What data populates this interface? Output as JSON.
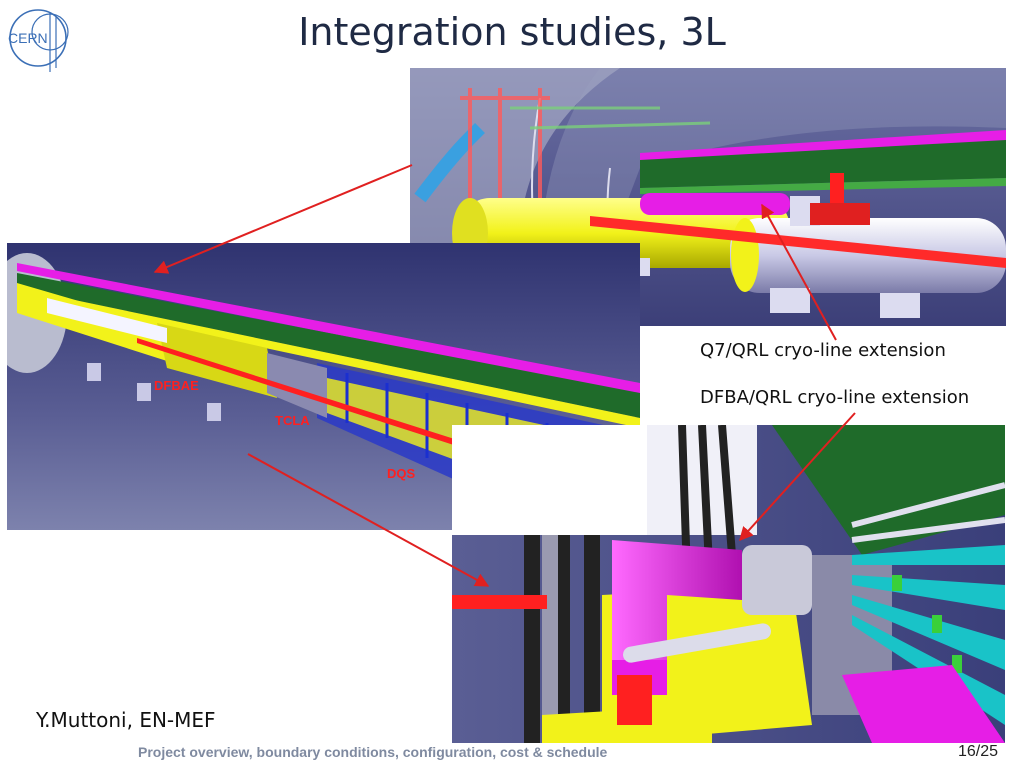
{
  "slide": {
    "title": "Integration studies, 3L",
    "logo_text": "CERN",
    "captions": {
      "q7": "Q7/QRL cryo-line extension",
      "dfba": "DFBA/QRL cryo-line extension"
    },
    "labels": {
      "dfbae": "DFBAE",
      "tcla": "TCLA",
      "dqs": "DQS"
    },
    "author": "Y.Muttoni, EN-MEF",
    "footer": "Project overview, boundary conditions, configuration, cost & schedule",
    "page": "16/25"
  },
  "colors": {
    "title": "#1f2a44",
    "arrow": "#e02020",
    "yellow": "#f2f21a",
    "magenta": "#e61ee6",
    "green": "#2e7d32",
    "blue": "#1a2fd0",
    "cyan": "#19c3c8",
    "lavender": "#c9c9e6",
    "background": "#3a3f7a"
  }
}
